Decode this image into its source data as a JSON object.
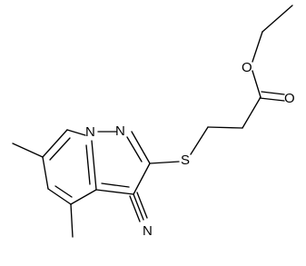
{
  "structure": {
    "atoms": {
      "ester_o": "O",
      "carbonyl_o": "O",
      "sulfur": "S",
      "ring_n1": "N",
      "ring_n2": "N",
      "nitrile_n": "N"
    }
  }
}
